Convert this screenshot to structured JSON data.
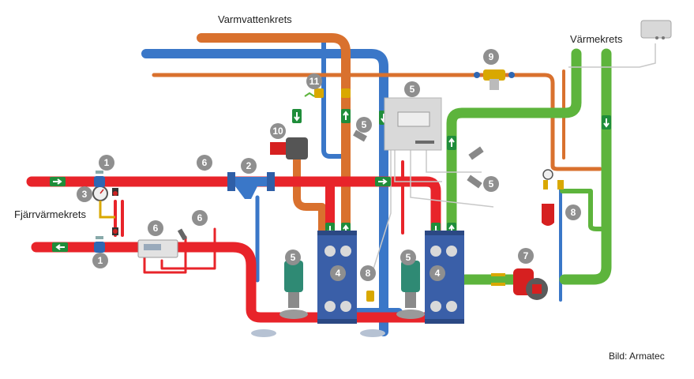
{
  "labels": {
    "hot_water_circuit": "Varmvattenkrets",
    "heating_circuit": "Värmekrets",
    "district_heating_circuit": "Fjärrvärmekrets",
    "credit": "Bild: Armatec"
  },
  "components": [
    {
      "key": "shutoff_valve_supply",
      "number": "1"
    },
    {
      "key": "shutoff_valve_return",
      "number": "1"
    },
    {
      "key": "strainer",
      "number": "2"
    },
    {
      "key": "manometer",
      "number": "3"
    },
    {
      "key": "heat_exchanger_hot_water",
      "number": "4"
    },
    {
      "key": "heat_exchanger_heating",
      "number": "4"
    },
    {
      "key": "control_cabinet",
      "number": "5"
    },
    {
      "key": "sensor_hot_water",
      "number": "5"
    },
    {
      "key": "sensor_heating",
      "number": "5"
    },
    {
      "key": "control_valve_hot_water",
      "number": "5"
    },
    {
      "key": "control_valve_heating",
      "number": "5"
    },
    {
      "key": "energy_meter",
      "number": "6"
    },
    {
      "key": "meter_sensor_supply",
      "number": "6"
    },
    {
      "key": "meter_sensor_return",
      "number": "6"
    },
    {
      "key": "circulation_pump",
      "number": "7"
    },
    {
      "key": "expansion_vessel",
      "number": "8"
    },
    {
      "key": "fill_valve",
      "number": "8"
    },
    {
      "key": "mixing_valve",
      "number": "9"
    },
    {
      "key": "circulation_pump_hot_water",
      "number": "10"
    },
    {
      "key": "check_valve",
      "number": "11"
    }
  ],
  "colors": {
    "supply_red": "#e8242a",
    "return_orange": "#d9712e",
    "cold_blue": "#3a77c8",
    "heating_green": "#5db43c",
    "badge_gray": "#8f8f8f",
    "equipment_teal": "#2f8a74"
  }
}
